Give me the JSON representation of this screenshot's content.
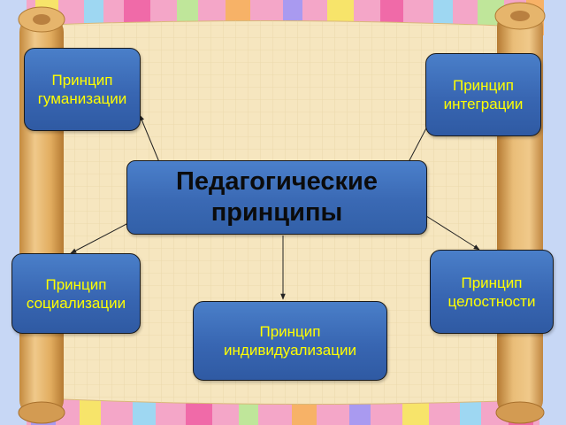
{
  "diagram": {
    "center": {
      "label": "Педагогические\nпринципы"
    },
    "nodes": [
      {
        "id": "humanization",
        "label": "Принцип\nгуманизации"
      },
      {
        "id": "integration",
        "label": "Принцип\nинтеграции"
      },
      {
        "id": "socialization",
        "label": "Принцип\nсоциализации"
      },
      {
        "id": "integrity",
        "label": "Принцип\nцелостности"
      },
      {
        "id": "individualization",
        "label": "Принцип\nиндивидуализации"
      }
    ]
  },
  "colors": {
    "box_fill": "#3a6ab5",
    "node_text": "#ffff00",
    "center_text": "#0b0b0b",
    "parchment": "#f6e6bf",
    "scroll_roll": "#e0b36a"
  }
}
